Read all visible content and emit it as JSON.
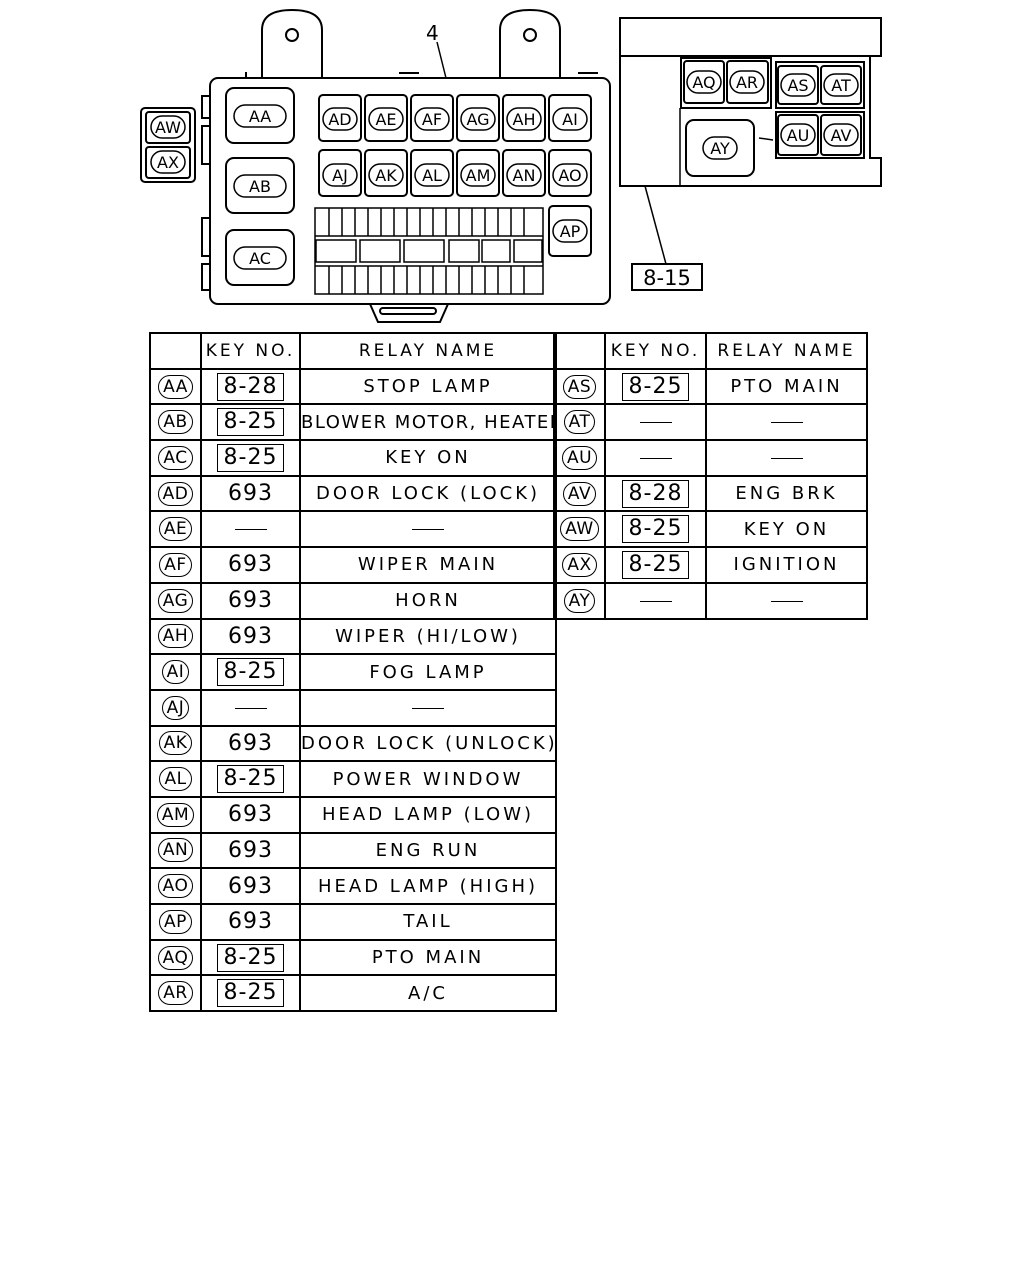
{
  "diagram": {
    "part_number": "4",
    "ref_key": "8-15",
    "main_box_relays": [
      "AA",
      "AB",
      "AC",
      "AD",
      "AE",
      "AF",
      "AG",
      "AH",
      "AI",
      "AJ",
      "AK",
      "AL",
      "AM",
      "AN",
      "AO",
      "AP"
    ],
    "side_relays": [
      "AW",
      "AX"
    ],
    "sub_box_relays": [
      "AQ",
      "AR",
      "AS",
      "AT",
      "AY",
      "AU",
      "AV"
    ]
  },
  "table_headers": {
    "key_no": "KEY NO.",
    "relay_name": "RELAY NAME"
  },
  "left_table": [
    {
      "code": "AA",
      "key": "8-28",
      "boxed": true,
      "name": "STOP LAMP"
    },
    {
      "code": "AB",
      "key": "8-25",
      "boxed": true,
      "name": "BLOWER MOTOR, HEATER"
    },
    {
      "code": "AC",
      "key": "8-25",
      "boxed": true,
      "name": "KEY ON"
    },
    {
      "code": "AD",
      "key": "693",
      "boxed": false,
      "name": "DOOR LOCK (LOCK)"
    },
    {
      "code": "AE",
      "key": "",
      "boxed": false,
      "name": ""
    },
    {
      "code": "AF",
      "key": "693",
      "boxed": false,
      "name": "WIPER MAIN"
    },
    {
      "code": "AG",
      "key": "693",
      "boxed": false,
      "name": "HORN"
    },
    {
      "code": "AH",
      "key": "693",
      "boxed": false,
      "name": "WIPER (HI/LOW)"
    },
    {
      "code": "AI",
      "key": "8-25",
      "boxed": true,
      "name": "FOG LAMP"
    },
    {
      "code": "AJ",
      "key": "",
      "boxed": false,
      "name": ""
    },
    {
      "code": "AK",
      "key": "693",
      "boxed": false,
      "name": "DOOR LOCK (UNLOCK)"
    },
    {
      "code": "AL",
      "key": "8-25",
      "boxed": true,
      "name": "POWER WINDOW"
    },
    {
      "code": "AM",
      "key": "693",
      "boxed": false,
      "name": "HEAD LAMP (LOW)"
    },
    {
      "code": "AN",
      "key": "693",
      "boxed": false,
      "name": "ENG RUN"
    },
    {
      "code": "AO",
      "key": "693",
      "boxed": false,
      "name": "HEAD LAMP (HIGH)"
    },
    {
      "code": "AP",
      "key": "693",
      "boxed": false,
      "name": "TAIL"
    },
    {
      "code": "AQ",
      "key": "8-25",
      "boxed": true,
      "name": "PTO MAIN"
    },
    {
      "code": "AR",
      "key": "8-25",
      "boxed": true,
      "name": "A/C"
    }
  ],
  "right_table": [
    {
      "code": "AS",
      "key": "8-25",
      "boxed": true,
      "name": "PTO MAIN"
    },
    {
      "code": "AT",
      "key": "",
      "boxed": false,
      "name": ""
    },
    {
      "code": "AU",
      "key": "",
      "boxed": false,
      "name": ""
    },
    {
      "code": "AV",
      "key": "8-28",
      "boxed": true,
      "name": "ENG BRK"
    },
    {
      "code": "AW",
      "key": "8-25",
      "boxed": true,
      "name": "KEY ON"
    },
    {
      "code": "AX",
      "key": "8-25",
      "boxed": true,
      "name": "IGNITION"
    },
    {
      "code": "AY",
      "key": "",
      "boxed": false,
      "name": ""
    }
  ]
}
